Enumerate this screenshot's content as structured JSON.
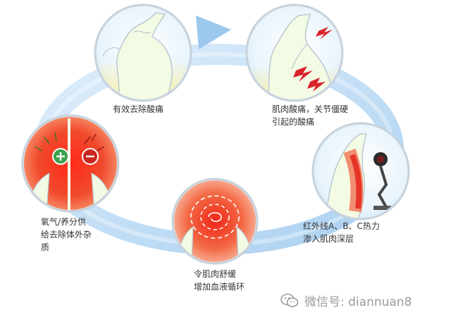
{
  "captions": {
    "step1": "有效去除酸痛",
    "step2": "肌肉酸痛，关节僵硬\n引起的酸痛",
    "step3": "红外线A、B、C热力\n渗入肌肉深层",
    "step4": "令肌肉舒缓\n增加血液循环",
    "step5": "氧气/养分供\n给去除体外杂\n质"
  },
  "icons": {
    "plus": "plus-symbol",
    "minus": "minus-symbol",
    "lightning": "lightning-bolt-icon",
    "spiral": "circulation-swirl"
  },
  "watermark": {
    "text": "微信号: diannuan8",
    "icon": "wechat-logo"
  },
  "colors": {
    "cycle_arrow": "#a9cff0",
    "circle_border": "#c6d2dc",
    "heat_red": "#e83a2a",
    "skin_light": "#f3fbe4",
    "bg": "#ffffff"
  }
}
